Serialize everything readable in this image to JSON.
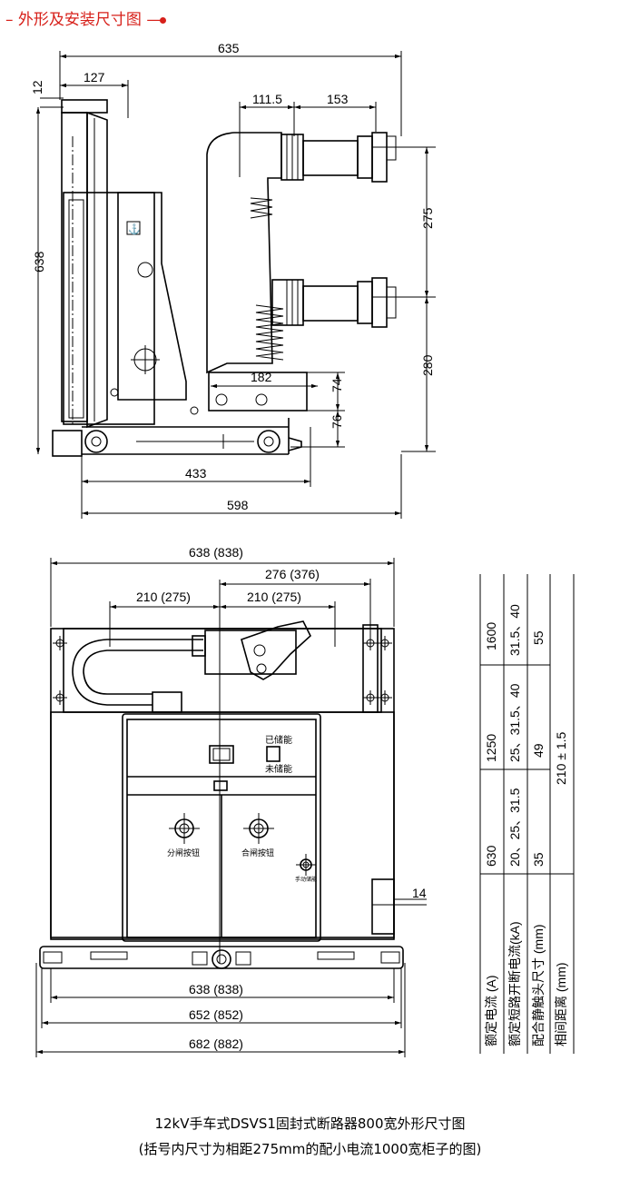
{
  "header": {
    "dash": "–",
    "title": "外形及安装尺寸图",
    "tail": "—"
  },
  "side_view": {
    "dims": {
      "d635": "635",
      "d127": "127",
      "d12": "12",
      "d638": "638",
      "d111_5": "111.5",
      "d153": "153",
      "d275": "275",
      "d280": "280",
      "d182": "182",
      "d74": "74",
      "d76": "76",
      "d433": "433",
      "d598": "598"
    }
  },
  "front_view": {
    "dims": {
      "top_width": "638 (838)",
      "offset_276": "276 (376)",
      "pitch_left": "210 (275)",
      "pitch_right": "210 (275)",
      "d14": "14",
      "bottom_638": "638 (838)",
      "bottom_652": "652 (852)",
      "bottom_682": "682 (882)"
    },
    "labels": {
      "stored": "已储能",
      "unstored": "未储能",
      "open_button": "分闸按钮",
      "close_button": "合闸按钮",
      "manual_store": "手动储能"
    }
  },
  "spec_table": {
    "rows": [
      {
        "label": "额定电流 (A)",
        "values": [
          "630",
          "1250",
          "1600"
        ]
      },
      {
        "label": "额定短路开断电流(kA)",
        "values": [
          "20、25、31.5",
          "25、31.5、40",
          "31.5、40"
        ]
      },
      {
        "label": "配合静触头尺寸 (mm)",
        "values": [
          "35",
          "49",
          "55"
        ]
      },
      {
        "label": "相间距离 (mm)",
        "values": [
          "210 ± 1.5"
        ]
      }
    ]
  },
  "caption": {
    "line1": "12kV手车式DSVS1固封式断路器800宽外形尺寸图",
    "line2": "(括号内尺寸为相距275mm的配小电流1000宽柜子的图)"
  }
}
